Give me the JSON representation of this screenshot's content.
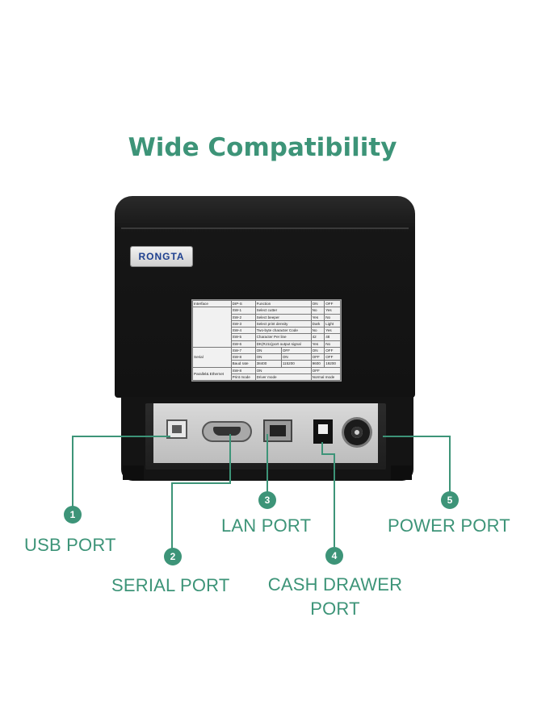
{
  "title": "Wide Compatibility",
  "colors": {
    "accent": "#3d9478",
    "printer_body": "#141414"
  },
  "printer": {
    "brand": "RONGTA",
    "dip_table": [
      [
        "Interface",
        "DIP-S",
        "Function",
        "ON",
        "OFF"
      ],
      [
        "",
        "SW-1",
        "Select cutter",
        "No",
        "Yes"
      ],
      [
        "",
        "SW-2",
        "Select beeper",
        "Yes",
        "No"
      ],
      [
        "",
        "SW-3",
        "Select print density",
        "Dark",
        "Light"
      ],
      [
        "",
        "SW-4",
        "Two-byte character Code",
        "No",
        "Yes"
      ],
      [
        "",
        "SW-5",
        "Character Per line",
        "42",
        "48"
      ],
      [
        "",
        "SW-6",
        "DK(RJ11)port output signal",
        "Yes",
        "No"
      ],
      [
        "Serial",
        "SW-7",
        "ON",
        "OFF",
        "ON",
        "OFF"
      ],
      [
        "",
        "SW-8",
        "ON",
        "ON",
        "OFF",
        "OFF"
      ],
      [
        "",
        "Baud rate",
        "38400",
        "115200",
        "9600",
        "19200"
      ],
      [
        "Parallel& Ethernet",
        "SW-8",
        "ON",
        "OFF"
      ],
      [
        "",
        "Print mode",
        "Driver mode",
        "Normal mode"
      ]
    ]
  },
  "ports": [
    {
      "number": "1",
      "label": "USB PORT"
    },
    {
      "number": "2",
      "label": "SERIAL PORT"
    },
    {
      "number": "3",
      "label": "LAN PORT"
    },
    {
      "number": "4",
      "label": "CASH DRAWER",
      "label_line2": "PORT"
    },
    {
      "number": "5",
      "label": "POWER PORT"
    }
  ]
}
